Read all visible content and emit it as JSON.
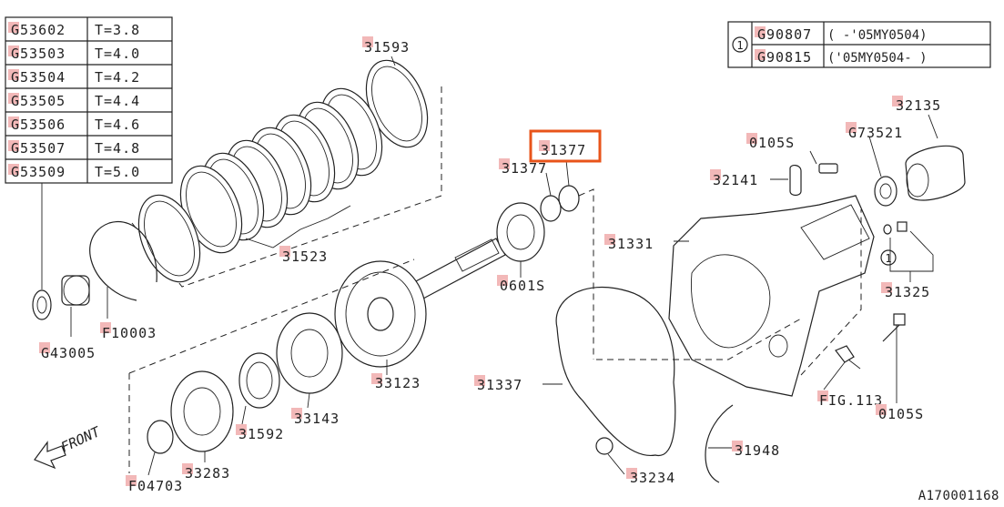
{
  "table_left": {
    "rows": [
      {
        "part": "G53602",
        "value": "T=3.8"
      },
      {
        "part": "G53503",
        "value": "T=4.0"
      },
      {
        "part": "G53504",
        "value": "T=4.2"
      },
      {
        "part": "G53505",
        "value": "T=4.4"
      },
      {
        "part": "G53506",
        "value": "T=4.6"
      },
      {
        "part": "G53507",
        "value": "T=4.8"
      },
      {
        "part": "G53509",
        "value": "T=5.0"
      }
    ]
  },
  "table_right": {
    "ref": "1",
    "rows": [
      {
        "part": "G90807",
        "value": "(   -'05MY0504)"
      },
      {
        "part": "G90815",
        "value": "('05MY0504-   )"
      }
    ]
  },
  "labels": {
    "p31593": "31593",
    "p31523": "31523",
    "p10003": "F10003",
    "p43005": "G43005",
    "p31377_hl": "31377",
    "p31377": "31377",
    "p0601s": "0601S",
    "p31331": "31331",
    "p0105s_top": "0105S",
    "p73521": "G73521",
    "p32135": "32135",
    "p32141": "32141",
    "p31325": "31325",
    "p33123": "33123",
    "p31337": "31337",
    "p33143": "33143",
    "p31592": "31592",
    "p33283": "33283",
    "p04703": "F04703",
    "p33234": "33234",
    "p31948": "31948",
    "fig113": "FIG.113",
    "p0105s_bot": "0105S",
    "front": "FRONT",
    "circle_ref": "1"
  },
  "highlight_color": "#e8541a",
  "marker_color": "#f2b8b8",
  "diagram_id": "A170001168"
}
